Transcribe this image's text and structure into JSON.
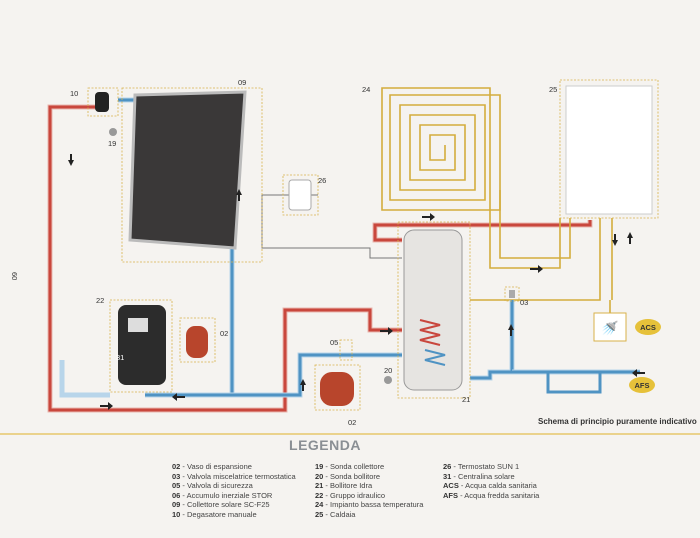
{
  "page_number": "60",
  "labels": {
    "c10": "10",
    "c09": "09",
    "c19": "19",
    "c24": "24",
    "c25": "25",
    "c26": "26",
    "c22": "22",
    "c31": "31",
    "c02a": "02",
    "c05": "05",
    "c02b": "02",
    "c20": "20",
    "c21": "21",
    "c03": "03",
    "acs": "ACS",
    "afs": "AFS"
  },
  "caption": "Schema di principio puramente indicativo",
  "colors": {
    "hot_pipe": "#c9473d",
    "cold_pipe": "#4f93c3",
    "accent_yellow": "#e6c13a",
    "divider": "#e6c76a"
  },
  "legend": {
    "title": "LEGENDA",
    "columns": [
      [
        {
          "code": "02",
          "text": "Vaso di espansione"
        },
        {
          "code": "03",
          "text": "Valvola miscelatrice termostatica"
        },
        {
          "code": "05",
          "text": "Valvola di sicurezza"
        },
        {
          "code": "06",
          "text": "Accumulo inerziale STOR"
        },
        {
          "code": "09",
          "text": "Collettore solare SC-F25"
        },
        {
          "code": "10",
          "text": "Degasatore manuale"
        }
      ],
      [
        {
          "code": "19",
          "text": "Sonda collettore"
        },
        {
          "code": "20",
          "text": "Sonda bollitore"
        },
        {
          "code": "21",
          "text": "Bollitore Idra"
        },
        {
          "code": "22",
          "text": "Gruppo idraulico"
        },
        {
          "code": "24",
          "text": "Impianto bassa temperatura"
        },
        {
          "code": "25",
          "text": "Caldaia"
        }
      ],
      [
        {
          "code": "26",
          "text": "Termostato SUN 1"
        },
        {
          "code": "31",
          "text": "Centralina solare"
        },
        {
          "code": "ACS",
          "text": "Acqua calda sanitaria"
        },
        {
          "code": "AFS",
          "text": "Acqua fredda sanitaria"
        }
      ]
    ]
  }
}
